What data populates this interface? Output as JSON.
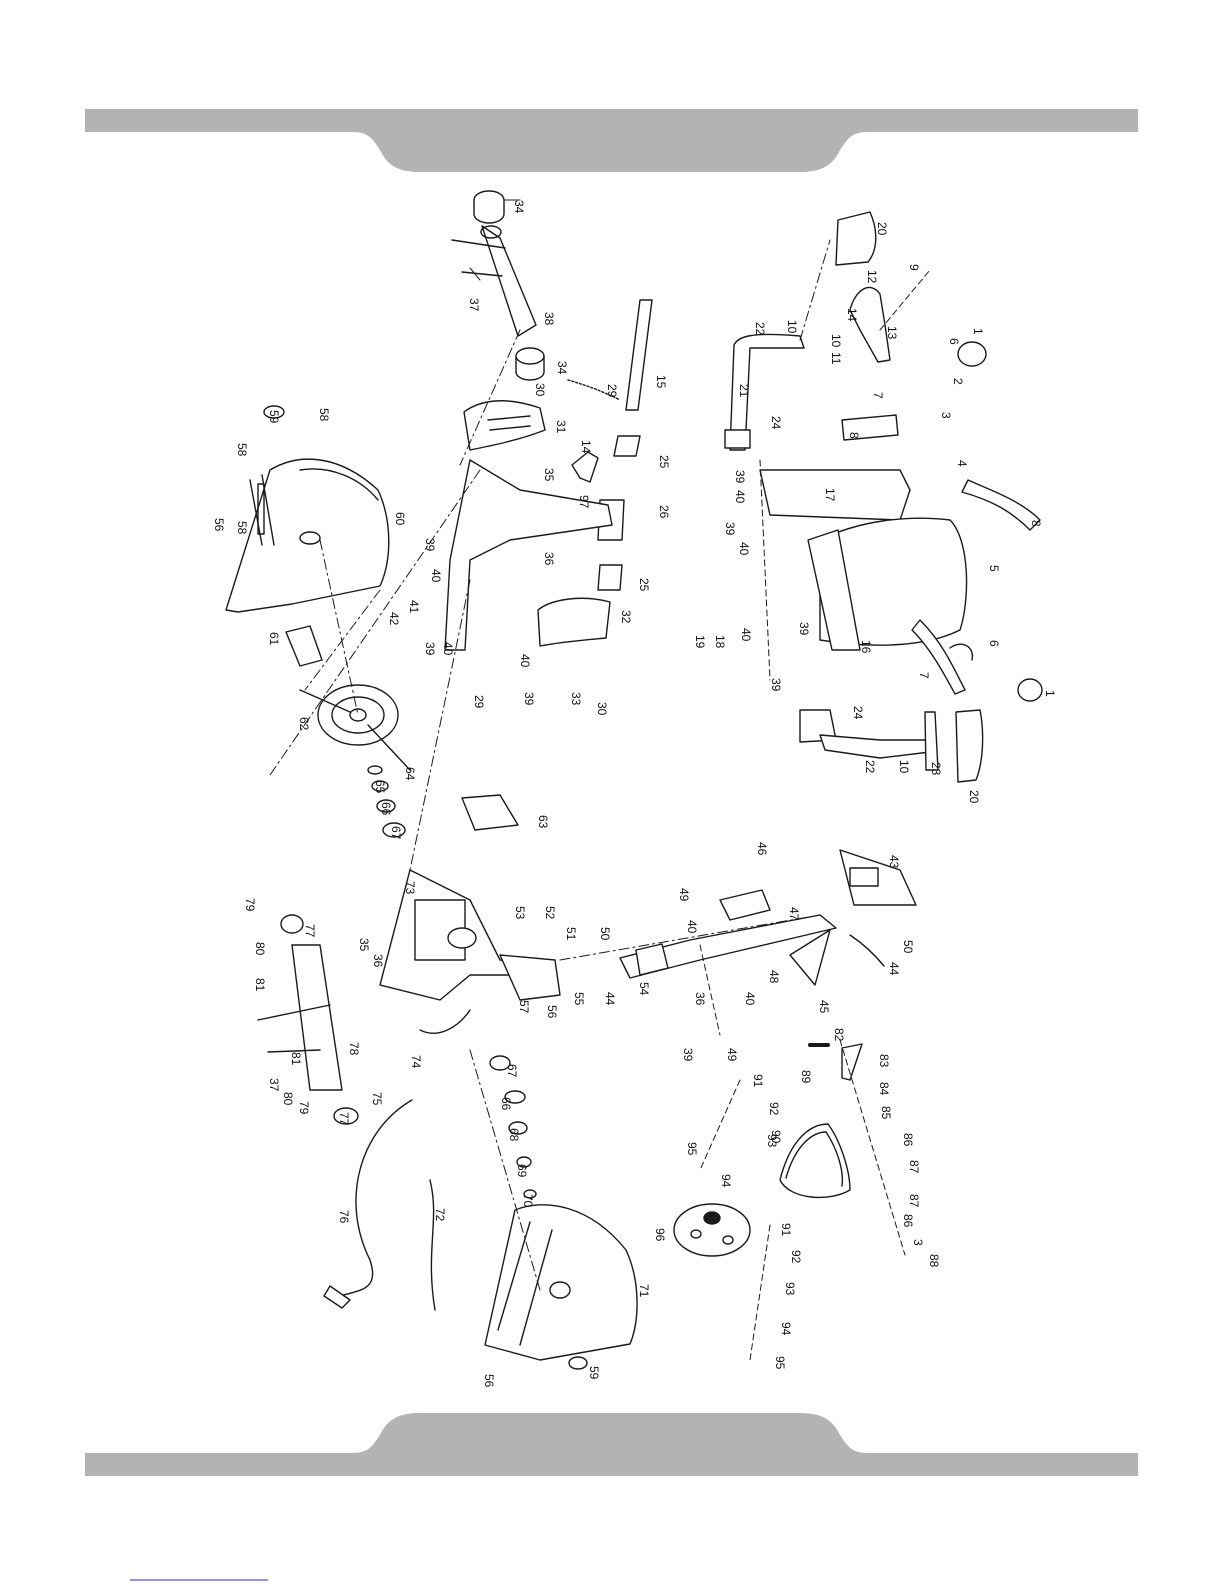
{
  "page": {
    "colors": {
      "band": "#b3b3b3",
      "ink": "#1a1a1a",
      "paper": "#ffffff",
      "footer_link": "#2b2bd6"
    }
  },
  "diagram": {
    "type": "exploded-parts-diagram",
    "part_numbers": {
      "p1": "1",
      "p2": "2",
      "p3": "3",
      "p4": "4",
      "p5": "5",
      "p6": "6",
      "p7": "7",
      "p8": "8",
      "p9": "9",
      "p10": "10",
      "p11": "11",
      "p12": "12",
      "p13": "13",
      "p14": "14",
      "p15": "15",
      "p16": "16",
      "p17": "17",
      "p18": "18",
      "p19": "19",
      "p20": "20",
      "p21": "21",
      "p22": "22",
      "p23": "23",
      "p24": "24",
      "p25": "25",
      "p26": "26",
      "p29": "29",
      "p30": "30",
      "p31": "31",
      "p32": "32",
      "p33": "33",
      "p34": "34",
      "p35": "35",
      "p36": "36",
      "p37": "37",
      "p38": "38",
      "p39": "39",
      "p40": "40",
      "p41": "41",
      "p42": "42",
      "p43": "43",
      "p44": "44",
      "p45": "45",
      "p46": "46",
      "p47": "47",
      "p48": "48",
      "p49": "49",
      "p50": "50",
      "p51": "51",
      "p52": "52",
      "p53": "53",
      "p54": "54",
      "p55": "55",
      "p56": "56",
      "p57": "57",
      "p58": "58",
      "p59": "59",
      "p60": "60",
      "p61": "61",
      "p62": "62",
      "p63": "63",
      "p64": "64",
      "p65": "65",
      "p66": "66",
      "p67": "67",
      "p68": "68",
      "p69": "69",
      "p70": "70",
      "p71": "71",
      "p72": "72",
      "p73": "73",
      "p74": "74",
      "p75": "75",
      "p76": "76",
      "p77": "77",
      "p78": "78",
      "p79": "79",
      "p80": "80",
      "p81": "81",
      "p82": "82",
      "p83": "83",
      "p84": "84",
      "p85": "85",
      "p86": "86",
      "p87": "87",
      "p88": "88",
      "p89": "89",
      "p90": "90",
      "p91": "91",
      "p92": "92",
      "p93": "93",
      "p94": "94",
      "p95": "95",
      "p96": "96",
      "p97": "97"
    }
  }
}
